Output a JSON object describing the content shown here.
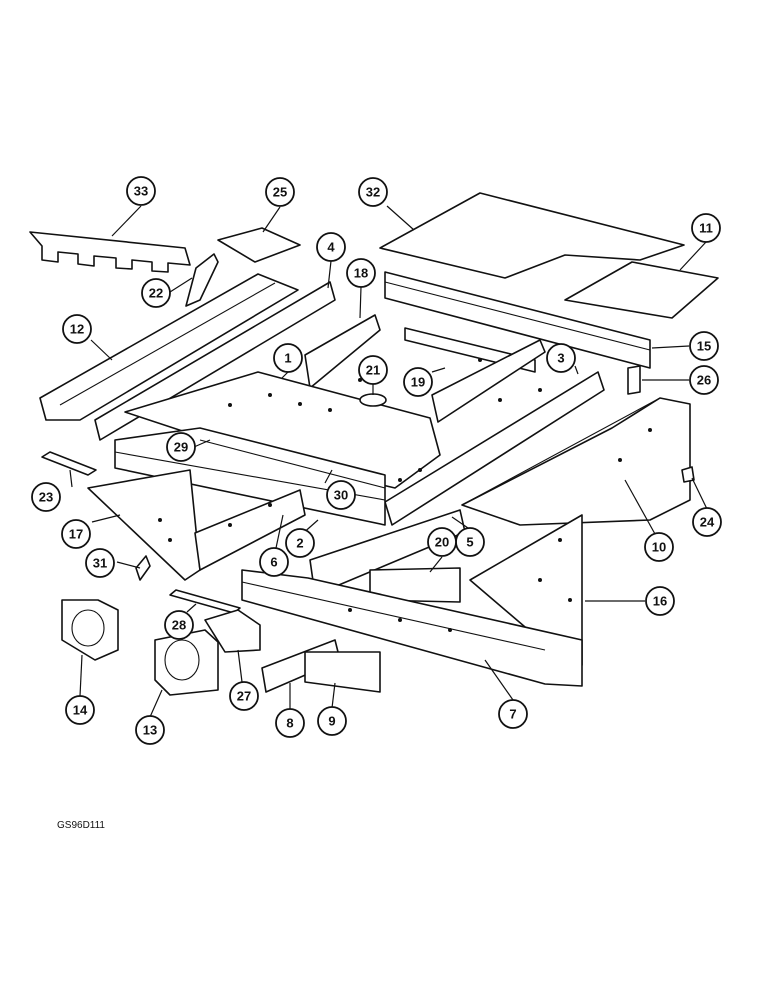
{
  "diagram": {
    "figure_code": "GS96D111",
    "callouts": [
      "1",
      "2",
      "3",
      "4",
      "5",
      "6",
      "7",
      "8",
      "9",
      "10",
      "11",
      "12",
      "13",
      "14",
      "15",
      "16",
      "17",
      "18",
      "19",
      "20",
      "21",
      "22",
      "23",
      "24",
      "25",
      "26",
      "27",
      "28",
      "29",
      "30",
      "31",
      "32",
      "33"
    ]
  }
}
